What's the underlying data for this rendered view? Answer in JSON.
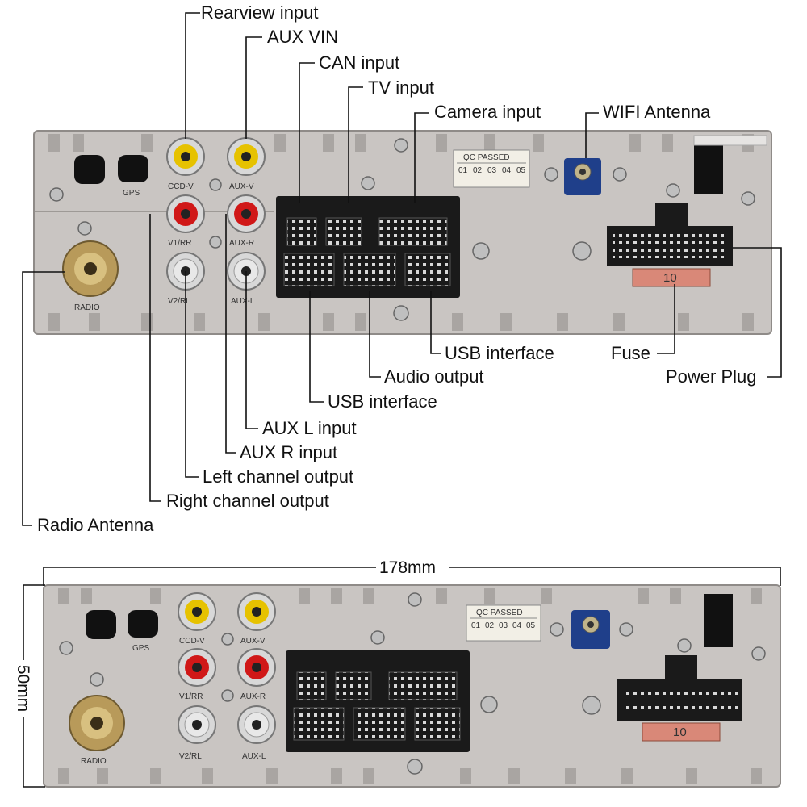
{
  "labels": {
    "rearview_input": "Rearview input",
    "aux_vin": "AUX VIN",
    "can_input": "CAN input",
    "tv_input": "TV input",
    "camera_input": "Camera input",
    "wifi_antenna": "WIFI Antenna",
    "usb_interface_right": "USB interface",
    "fuse": "Fuse",
    "power_plug": "Power Plug",
    "audio_output": "Audio output",
    "usb_interface_left": "USB interface",
    "aux_l_input": "AUX L input",
    "aux_r_input": "AUX R input",
    "left_channel_output": "Left channel output",
    "right_channel_output": "Right channel output",
    "radio_antenna": "Radio Antenna"
  },
  "dimensions": {
    "width": "178mm",
    "height": "50mm"
  },
  "panel_markings": {
    "gps": "GPS",
    "ccd_v": "CCD-V",
    "aux_v": "AUX-V",
    "v1_rr": "V1/RR",
    "aux_r": "AUX-R",
    "v2_rl": "V2/RL",
    "aux_l": "AUX-L",
    "radio": "RADIO",
    "qc_passed": "QC PASSED",
    "qc_boxes": [
      "01",
      "02",
      "03",
      "04",
      "05"
    ],
    "fuse_value": "10"
  },
  "colors": {
    "panel": "#c9c5c2",
    "panel_dark": "#a9a5a2",
    "rca_yellow": "#e6c200",
    "rca_red": "#d01818",
    "rca_white": "#e8e8e8",
    "wifi_blue": "#1f3f8a",
    "fuse_red": "#d98878",
    "connector_black": "#1a1a1a"
  }
}
